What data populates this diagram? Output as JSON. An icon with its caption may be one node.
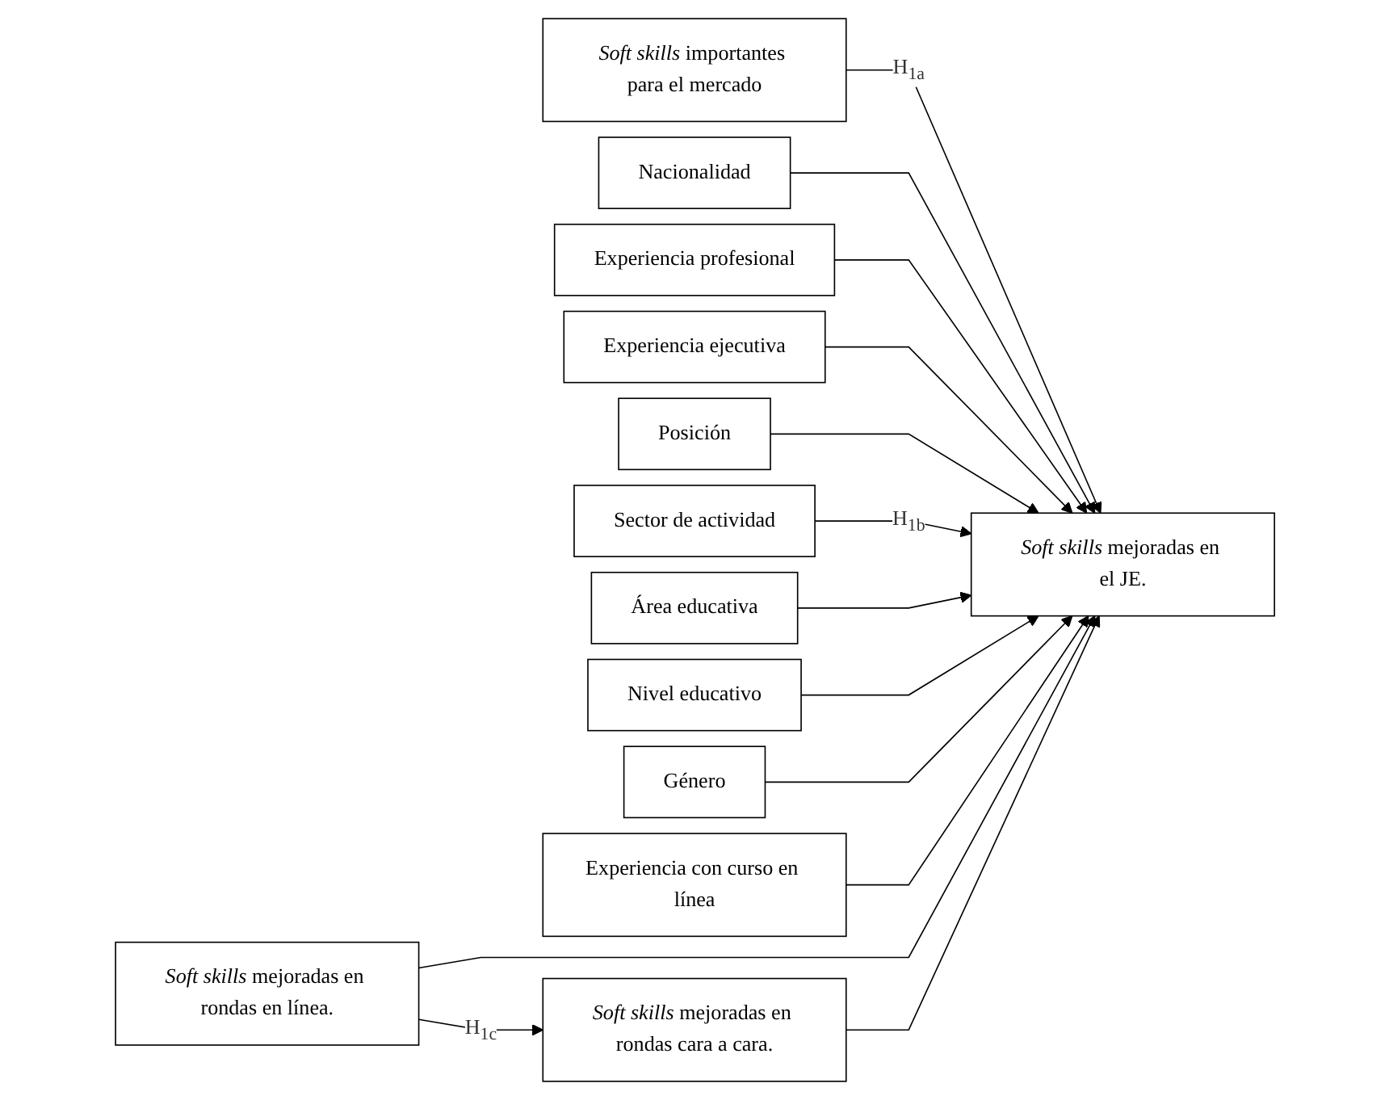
{
  "diagram": {
    "nodes": [
      {
        "text": [
          "*Soft skills* importantes para el mercado"
        ]
      },
      {
        "text": [
          "Nacionalidad"
        ]
      },
      {
        "text": [
          "Experiencia profesional"
        ]
      },
      {
        "text": [
          "Experiencia ejecutiva"
        ]
      },
      {
        "text": [
          "Posición"
        ]
      },
      {
        "text": [
          "Sector de actividad"
        ]
      },
      {
        "text": [
          "Área educativa"
        ]
      },
      {
        "text": [
          "Nivel educativo"
        ]
      },
      {
        "text": [
          "Género"
        ]
      },
      {
        "text": [
          "Experiencia con curso en línea"
        ]
      },
      {
        "text": [
          "*Soft skills* mejoradas en rondas en línea."
        ]
      },
      {
        "text": [
          "*Soft skills* mejoradas en el JE."
        ]
      },
      {
        "text": [
          "*Soft skills* mejoradas en rondas cara a cara."
        ]
      }
    ],
    "edges": [
      {
        "from": 0,
        "to": 11,
        "arrow": "to",
        "label": "H$_{1a}$"
      },
      {
        "from": 1,
        "to": 11,
        "arrow": "to"
      },
      {
        "from": 2,
        "to": 11,
        "arrow": "to"
      },
      {
        "from": 3,
        "to": 11,
        "arrow": "to"
      },
      {
        "from": 4,
        "to": 11,
        "arrow": "to"
      },
      {
        "from": 5,
        "to": 11,
        "arrow": "to",
        "label": "H$_{1b}$"
      },
      {
        "from": 6,
        "to": 11,
        "arrow": "to"
      },
      {
        "from": 7,
        "to": 11,
        "arrow": "to"
      },
      {
        "from": 8,
        "to": 11,
        "arrow": "to"
      },
      {
        "from": 9,
        "to": 11,
        "arrow": "to"
      },
      {
        "from": 10,
        "to": 11,
        "arrow": "to"
      },
      {
        "from": 10,
        "to": 12,
        "arrow": "to",
        "label": "H$_{1c}$"
      },
      {
        "from": 12,
        "to": 11,
        "arrow": "to"
      }
    ]
  }
}
